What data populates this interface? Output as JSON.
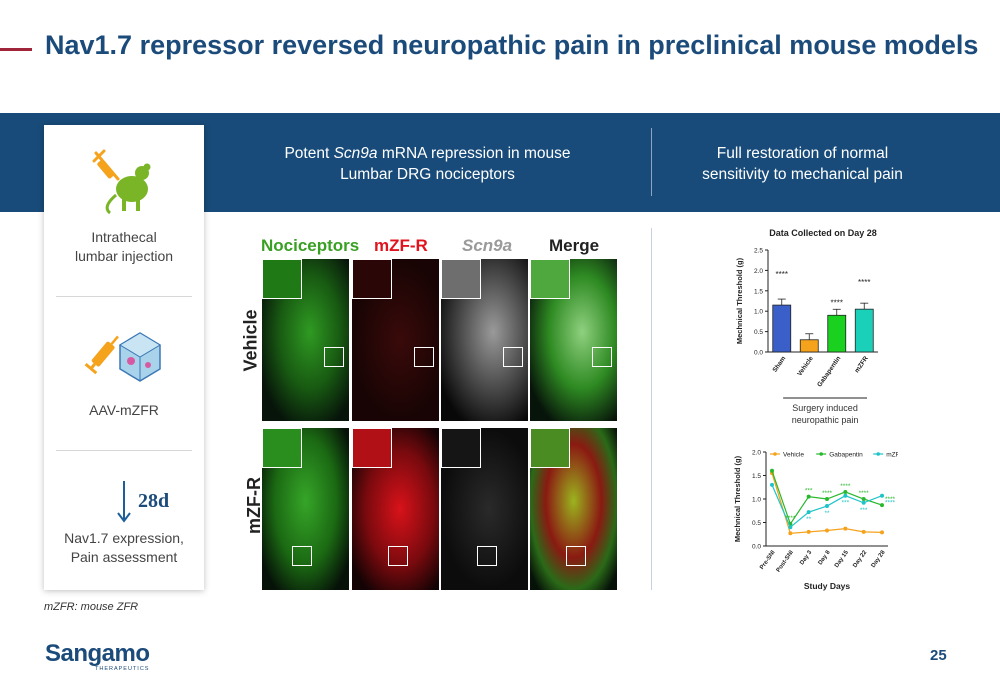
{
  "slide": {
    "title": "Nav1.7 repressor reversed neuropathic pain in preclinical mouse models",
    "page_number": "25",
    "footnote": "mZFR: mouse ZFR"
  },
  "band": {
    "left_caption_line1_pre": "Potent ",
    "left_caption_line1_italic": "Scn9a",
    "left_caption_line1_post": " mRNA repression in mouse",
    "left_caption_line2": "Lumbar DRG nociceptors",
    "right_caption_line1": "Full restoration of normal",
    "right_caption_line2": "sensitivity to mechanical pain"
  },
  "card": {
    "step1_line1": "Intrathecal",
    "step1_line2": "lumbar injection",
    "step2": "AAV-mZFR",
    "duration": "28d",
    "step3_line1": "Nav1.7 expression,",
    "step3_line2": "Pain assessment"
  },
  "micrograph": {
    "columns": [
      "Nociceptors",
      "mZF-R",
      "Scn9a",
      "Merge"
    ],
    "column_colors": [
      "#3aa024",
      "#e0141e",
      "#9a9a9a",
      "#222222"
    ],
    "rows": [
      "Vehicle",
      "mZF-R"
    ]
  },
  "logo": {
    "name": "Sangamo",
    "tagline": "THERAPEUTICS"
  },
  "chart_data": [
    {
      "type": "bar",
      "title": "Data Collected on Day 28",
      "ylabel": "Mechnical Threshold (g)",
      "ylim": [
        0,
        2.5
      ],
      "yticks": [
        "0.0",
        "0.5",
        "1.0",
        "1.5",
        "2.0",
        "2.5"
      ],
      "categories": [
        "Sham",
        "Vehicle",
        "Gabapentin",
        "mZFR"
      ],
      "values": [
        1.15,
        0.3,
        0.9,
        1.05
      ],
      "bar_colors": [
        "#3a5fc8",
        "#f5a21d",
        "#19d11e",
        "#1ad0b8"
      ],
      "significance": [
        "****",
        "",
        "****",
        "****"
      ],
      "bracket_label_line1": "Surgery induced",
      "bracket_label_line2": "neuropathic pain"
    },
    {
      "type": "line",
      "xlabel": "Study Days",
      "ylabel": "Mechnical Threshold (g)",
      "ylim": [
        0,
        2.0
      ],
      "yticks": [
        "0.0",
        "0.5",
        "1.0",
        "1.5",
        "2.0"
      ],
      "x": [
        "Pre-SNI",
        "Post-SNI",
        "Day 3",
        "Day 8",
        "Day 15",
        "Day 22",
        "Day 28"
      ],
      "series": [
        {
          "name": "Vehicle",
          "color": "#f5a21d",
          "values": [
            1.55,
            0.27,
            0.3,
            0.33,
            0.37,
            0.3,
            0.29
          ]
        },
        {
          "name": "Gabapentin",
          "color": "#29b82d",
          "values": [
            1.6,
            0.47,
            1.05,
            1.0,
            1.15,
            1.0,
            0.87
          ]
        },
        {
          "name": "mZFR",
          "color": "#1ec4c8",
          "values": [
            1.3,
            0.4,
            0.72,
            0.85,
            1.07,
            0.92,
            1.07
          ]
        }
      ],
      "annotations": [
        {
          "series": "Gabapentin",
          "x": "Post-SNI",
          "text": "****"
        },
        {
          "series": "Gabapentin",
          "x": "Day 3",
          "text": "***"
        },
        {
          "series": "Gabapentin",
          "x": "Day 8",
          "text": "****"
        },
        {
          "series": "Gabapentin",
          "x": "Day 15",
          "text": "****"
        },
        {
          "series": "Gabapentin",
          "x": "Day 22",
          "text": "****"
        },
        {
          "series": "Gabapentin",
          "x": "Day 28",
          "text": "****"
        },
        {
          "series": "mZFR",
          "x": "Day 3",
          "text": "**"
        },
        {
          "series": "mZFR",
          "x": "Day 8",
          "text": "**"
        },
        {
          "series": "mZFR",
          "x": "Day 15",
          "text": "***"
        },
        {
          "series": "mZFR",
          "x": "Day 22",
          "text": "***"
        },
        {
          "series": "mZFR",
          "x": "Day 28",
          "text": "****"
        }
      ]
    }
  ]
}
